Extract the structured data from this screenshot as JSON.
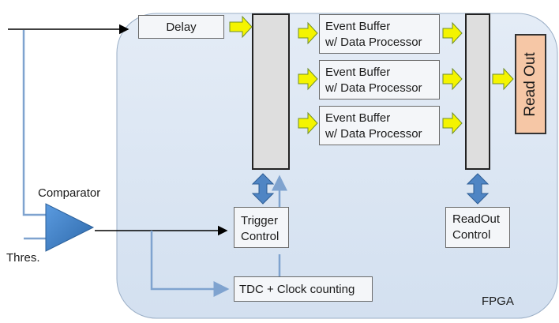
{
  "diagram": {
    "fpga_label": "FPGA",
    "delay_label": "Delay",
    "event_buffers": [
      {
        "line1": "Event Buffer",
        "line2": "w/ Data Processor"
      },
      {
        "line1": "Event Buffer",
        "line2": "w/ Data Processor"
      },
      {
        "line1": "Event Buffer",
        "line2": "w/ Data Processor"
      }
    ],
    "read_out_label": "Read Out",
    "trigger_control": {
      "line1": "Trigger",
      "line2": "Control"
    },
    "readout_control": {
      "line1": "ReadOut",
      "line2": "Control"
    },
    "tdc_label": "TDC + Clock counting",
    "comparator_label": "Comparator",
    "thres_label": "Thres.",
    "colors": {
      "fpga_fill": "#dbe6f3",
      "signal_line": "#7fa3cf",
      "yellow_arrow": "#f4f400",
      "blue_arrow": "#4f85c4",
      "readout_fill": "#f6c7a6",
      "comparator": "#3f7fc2"
    }
  }
}
